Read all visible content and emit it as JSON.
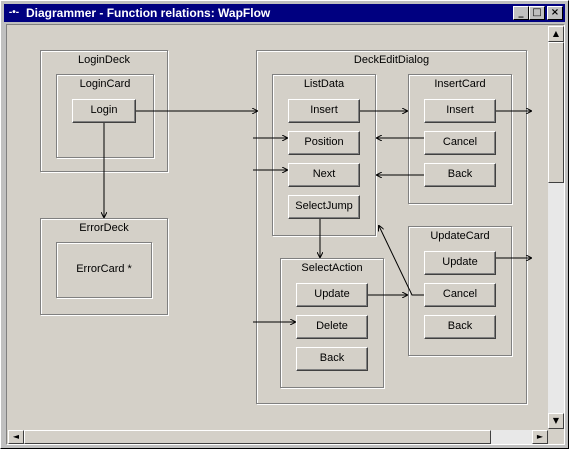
{
  "window": {
    "title": "Diagrammer - Function relations: WapFlow",
    "icon": "diagram-icon",
    "controls": {
      "minimize": "_",
      "maximize": "□",
      "close": "×"
    }
  },
  "diagram": {
    "frames": {
      "login_deck": "LoginDeck",
      "login_card": "LoginCard",
      "error_deck": "ErrorDeck",
      "deck_edit_dialog": "DeckEditDialog",
      "list_data": "ListData",
      "insert_card": "InsertCard",
      "update_card": "UpdateCard",
      "select_action": "SelectAction"
    },
    "nodes": {
      "login": "Login",
      "error_card": "ErrorCard *",
      "list_insert": "Insert",
      "list_position": "Position",
      "list_next": "Next",
      "list_select_jump": "SelectJump",
      "insertcard_insert": "Insert",
      "insertcard_cancel": "Cancel",
      "insertcard_back": "Back",
      "updatecard_update": "Update",
      "updatecard_cancel": "Cancel",
      "updatecard_back": "Back",
      "select_update": "Update",
      "select_delete": "Delete",
      "select_back": "Back"
    }
  },
  "scrollbars": {
    "vertical": {
      "up": "▲",
      "down": "▼",
      "position": 0.0,
      "visible_fraction": 0.38
    },
    "horizontal": {
      "left": "◄",
      "right": "►",
      "position": 0.0,
      "visible_fraction": 0.92
    }
  }
}
